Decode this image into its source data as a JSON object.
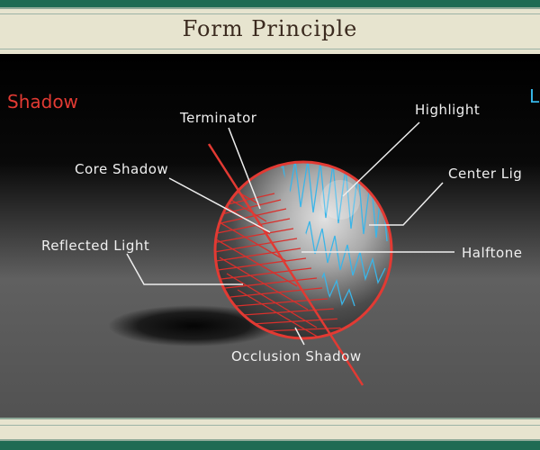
{
  "title": "Form Principle",
  "side_labels": {
    "shadow": "Shadow",
    "light": "Li"
  },
  "labels": {
    "terminator": "Terminator",
    "highlight": "Highlight",
    "core_shadow": "Core Shadow",
    "center_light": "Center Lig",
    "reflected_light": "Reflected Light",
    "halftone": "Halftone",
    "occlusion_shadow": "Occlusion Shadow"
  },
  "colors": {
    "shadow_red": "#e23a33",
    "light_blue": "#36b8ea",
    "band": "#e7e4cf",
    "border": "#1f6b53"
  }
}
